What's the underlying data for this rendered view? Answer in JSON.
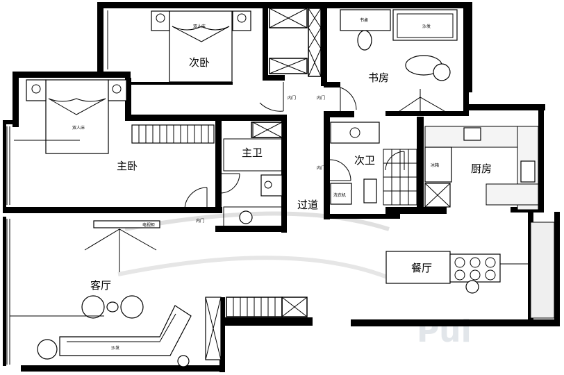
{
  "rooms": {
    "second_bedroom": "次卧",
    "study": "书房",
    "master_bedroom": "主卧",
    "master_bath": "主卫",
    "second_bath": "次卫",
    "kitchen": "厨房",
    "hallway": "过道",
    "living_room": "客厅",
    "dining_room": "餐厅"
  },
  "furniture": {
    "double_bed_1": "双人床",
    "double_bed_2": "双人床",
    "desk": "书桌",
    "study_sofa": "沙发",
    "tv_cabinet": "电视柜",
    "living_sofa": "沙发",
    "washer": "洗衣机",
    "fridge": "冰箱"
  },
  "doors": {
    "label": "内门"
  },
  "watermark": "Pul"
}
